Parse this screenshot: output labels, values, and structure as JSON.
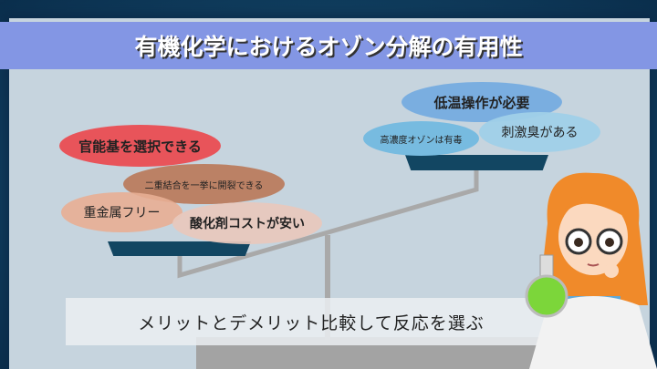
{
  "title": "有機化学におけるオゾン分解の有用性",
  "merits": {
    "main": "官能基を選択できる",
    "m1": "二重結合を一挙に開裂できる",
    "m2": "重金属フリー",
    "m3": "酸化剤コストが安い"
  },
  "demerits": {
    "main": "低温操作が必要",
    "d1": "高濃度オゾンは有毒",
    "d2": "刺激臭がある"
  },
  "caption": "メリットとデメリット比較して反応を選ぶ",
  "colors": {
    "title_bar": "#8396e4",
    "pan": "#124662",
    "merit_main": "#e8545a",
    "demerit_main": "#7aaee0"
  }
}
